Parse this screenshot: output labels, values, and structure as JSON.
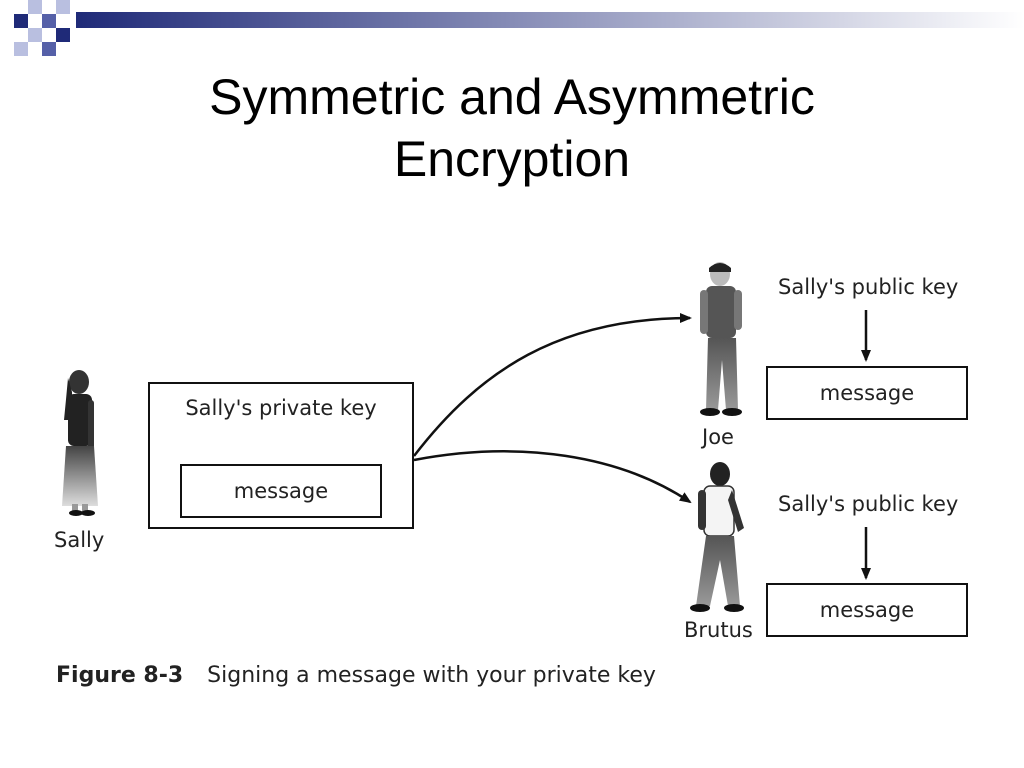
{
  "slide": {
    "title_line1": "Symmetric and Asymmetric",
    "title_line2": "Encryption"
  },
  "figure": {
    "sender": {
      "name": "Sally"
    },
    "private_box": {
      "key_label": "Sally's private key",
      "message_label": "message"
    },
    "recipients": [
      {
        "name": "Joe",
        "key_label": "Sally's public key",
        "message_label": "message"
      },
      {
        "name": "Brutus",
        "key_label": "Sally's public key",
        "message_label": "message"
      }
    ],
    "caption": {
      "number": "Figure 8-3",
      "text": "Signing a message with your private key"
    }
  },
  "colors": {
    "accent_dark": "#1f2a78",
    "accent_mid": "#5560a8",
    "accent_light": "#b9bfe0"
  }
}
